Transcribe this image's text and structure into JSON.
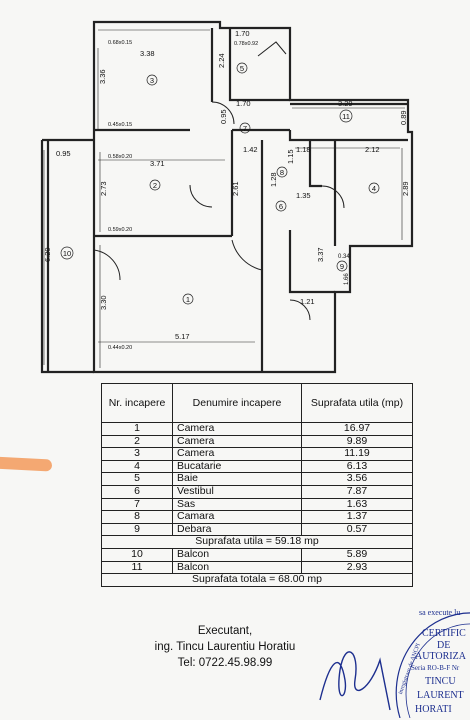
{
  "plan": {
    "dims": [
      "1.70",
      "3.38",
      "0.68x0.15",
      "0.78x0.92",
      "2.24",
      "3.36",
      "1.70",
      "0.95",
      "0.45x0.15",
      "3.29",
      "0.89",
      "0.95",
      "1.42",
      "1.18",
      "2.12",
      "0.58x0.20",
      "3.71",
      "2.73",
      "1.15",
      "1.28",
      "2.61",
      "1.35",
      "2.89",
      "0.59x0.20",
      "3.37",
      "0.34",
      "6.20",
      "3.30",
      "1.21",
      "1.66",
      "5.17",
      "0.44x0.20"
    ],
    "rooms": [
      "1",
      "2",
      "3",
      "4",
      "5",
      "6",
      "7",
      "8",
      "9",
      "10",
      "11"
    ]
  },
  "table": {
    "headers": [
      "Nr. incapere",
      "Denumire incapere",
      "Suprafata utila (mp)"
    ],
    "rows": [
      {
        "nr": "1",
        "name": "Camera",
        "area": "16.97"
      },
      {
        "nr": "2",
        "name": "Camera",
        "area": "9.89"
      },
      {
        "nr": "3",
        "name": "Camera",
        "area": "11.19"
      },
      {
        "nr": "4",
        "name": "Bucatarie",
        "area": "6.13"
      },
      {
        "nr": "5",
        "name": "Baie",
        "area": "3.56"
      },
      {
        "nr": "6",
        "name": "Vestibul",
        "area": "7.87"
      },
      {
        "nr": "7",
        "name": "Sas",
        "area": "1.63"
      },
      {
        "nr": "8",
        "name": "Camara",
        "area": "1.37"
      },
      {
        "nr": "9",
        "name": "Debara",
        "area": "0.57"
      }
    ],
    "subtotal": "Suprafata utila = 59.18 mp",
    "balconies": [
      {
        "nr": "10",
        "name": "Balcon",
        "area": "5.89"
      },
      {
        "nr": "11",
        "name": "Balcon",
        "area": "2.93"
      }
    ],
    "total": "Suprafata totala = 68.00 mp"
  },
  "footer": {
    "title": "Executant,",
    "name": "ing. Tincu Laurentiu Horatiu",
    "phone": "Tel: 0722.45.98.99"
  },
  "stamp": {
    "lines": [
      "CERTIFIC",
      "DE",
      "AUTORIZA",
      "Seria RO-B-F Nr",
      "TINCU",
      "LAURENT",
      "HORATI"
    ],
    "arc": "sa execute lu",
    "arc2": "inregistrare de ANCPI"
  },
  "colors": {
    "ink": "#222222",
    "stamp": "#1d2f8f",
    "marker": "#f39a5a"
  }
}
